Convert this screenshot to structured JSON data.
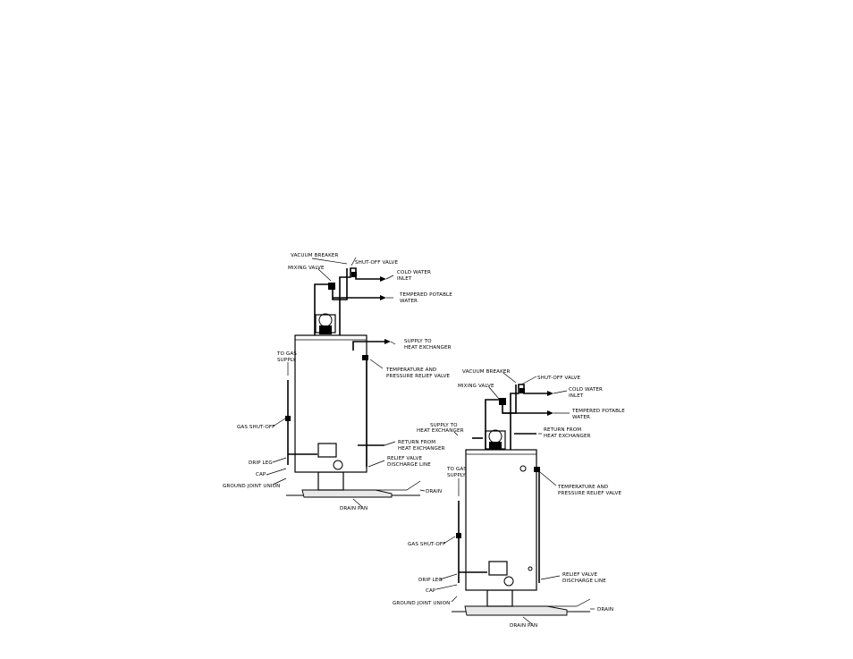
{
  "diagram_left": {
    "labels": {
      "vacuum_breaker": "VACUUM BREAKER",
      "shutoff_valve": "SHUT-OFF VALVE",
      "mixing_valve": "MIXING VALVE",
      "cold_water_inlet_1": "COLD WATER",
      "cold_water_inlet_2": "INLET",
      "tempered_1": "TEMPERED POTABLE",
      "tempered_2": "WATER",
      "supply_hx_1": "SUPPLY TO",
      "supply_hx_2": "HEAT EXCHANGER",
      "to_gas_1": "TO GAS",
      "to_gas_2": "SUPPLY",
      "tp_valve_1": "TEMPERATURE AND",
      "tp_valve_2": "PRESSURE RELIEF VALVE",
      "gas_shutoff": "GAS SHUT-OFF",
      "return_hx_1": "RETURN FROM",
      "return_hx_2": "HEAT EXCHANGER",
      "drip_leg": "DRIP LEG",
      "relief_discharge_1": "RELIEF VALVE",
      "relief_discharge_2": "DISCHARGE LINE",
      "cap": "CAP",
      "ground_joint_union": "GROUND JOINT UNION",
      "drain": "DRAIN",
      "drain_pan": "DRAIN PAN"
    }
  },
  "diagram_right": {
    "labels": {
      "vacuum_breaker": "VACUUM BREAKER",
      "shutoff_valve": "SHUT-OFF VALVE",
      "mixing_valve": "MIXING VALVE",
      "cold_water_inlet_1": "COLD WATER",
      "cold_water_inlet_2": "INLET",
      "tempered_1": "TEMPERED POTABLE",
      "tempered_2": "WATER",
      "supply_hx_1": "SUPPLY TO",
      "supply_hx_2": "HEAT EXCHANGER",
      "return_hx_1": "RETURN FROM",
      "return_hx_2": "HEAT EXCHANGER",
      "to_gas_1": "TO GAS",
      "to_gas_2": "SUPPLY",
      "tp_valve_1": "TEMPERATURE AND",
      "tp_valve_2": "PRESSURE RELIEF VALVE",
      "gas_shutoff": "GAS SHUT-OFF",
      "relief_discharge_1": "RELIEF VALVE",
      "relief_discharge_2": "DISCHARGE LINE",
      "drip_leg": "DRIP LEG",
      "cap": "CAP",
      "ground_joint_union": "GROUND JOINT UNION",
      "drain": "DRAIN",
      "drain_pan": "DRAIN PAN"
    }
  }
}
